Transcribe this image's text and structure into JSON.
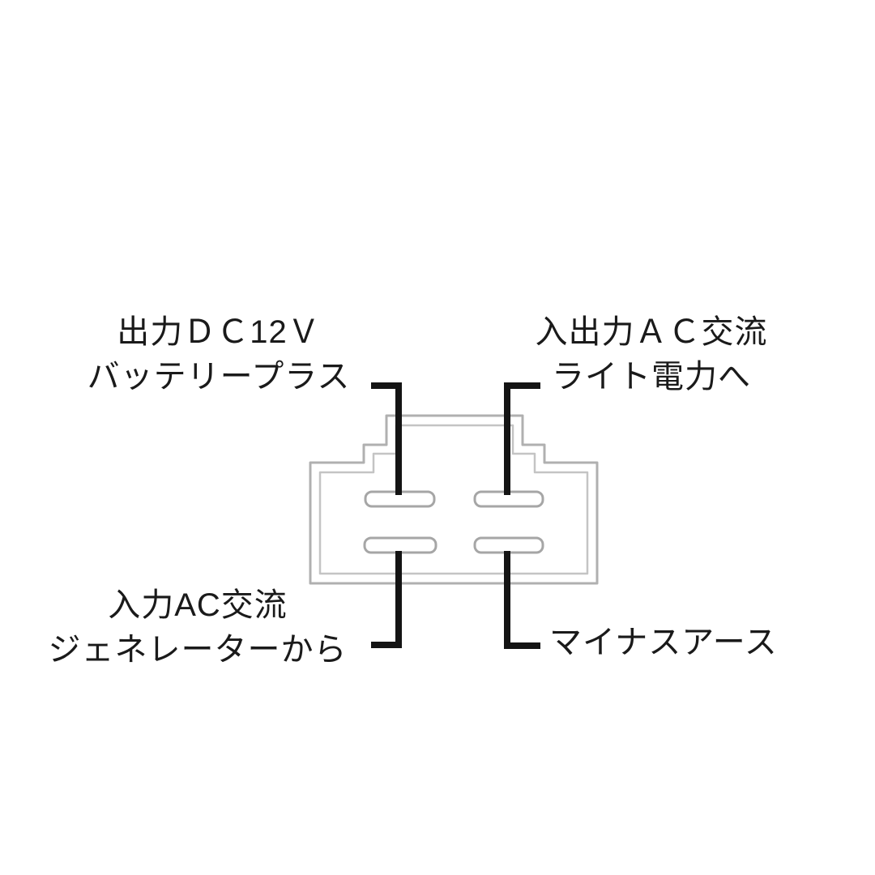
{
  "diagram": {
    "background_color": "#ffffff",
    "text_color": "#1a1a1a",
    "lead_line_color": "#141414",
    "connector": {
      "outer_outline_color": "#b0b0b0",
      "inner_outline_color": "#c4c4c4",
      "pin_outline_color": "#a6a6a6",
      "pin_fill_color": "#ffffff",
      "pin_count": "4"
    },
    "labels": {
      "top_left": {
        "line1": "出力ＤＣ12Ｖ",
        "line2": "バッテリープラス"
      },
      "top_right": {
        "line1": "入出力ＡＣ交流",
        "line2": "ライト電力へ"
      },
      "bottom_left": {
        "line1": "入力AC交流",
        "line2": "ジェネレーターから"
      },
      "bottom_right": {
        "line1": "マイナスアース"
      }
    }
  }
}
